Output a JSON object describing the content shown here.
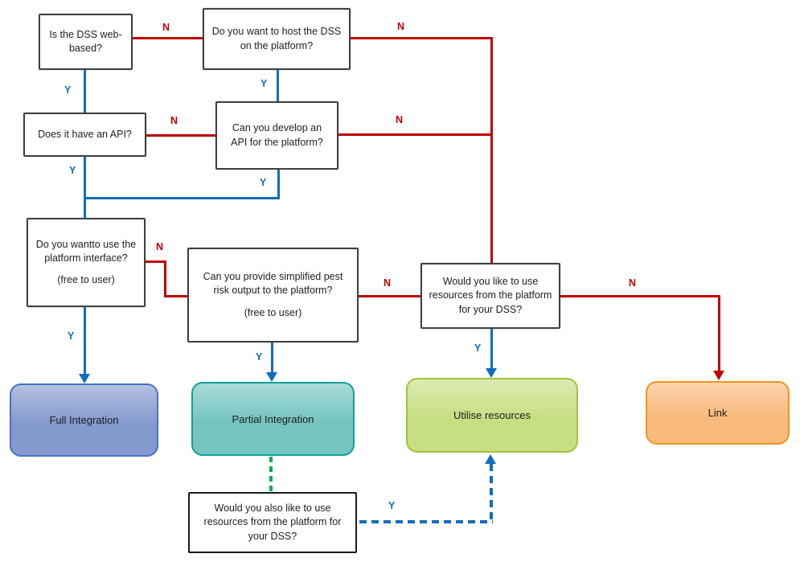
{
  "diagram": {
    "type": "decision-flowchart",
    "nodes": {
      "web_based": {
        "question": "Is the DSS web-based?"
      },
      "host": {
        "question": "Do you want to host the DSS on the platform?"
      },
      "api": {
        "question": "Does it have an API?"
      },
      "develop_api": {
        "question": "Can you develop an API for the platform?"
      },
      "interface": {
        "question": "Do you wantto use the platform interface?",
        "note": "(free to user)"
      },
      "simplified_output": {
        "question": "Can you provide simplified pest risk output to the platform?",
        "note": "(free to user)"
      },
      "use_resources": {
        "question": "Would you like to use resources from the platform for your DSS?"
      },
      "also_use_resources": {
        "question": "Would you also like to use resources from the platform for your DSS?"
      }
    },
    "outcomes": {
      "full_integration": {
        "label": "Full Integration"
      },
      "partial_integration": {
        "label": "Partial Integration"
      },
      "utilise_resources": {
        "label": "Utilise resources"
      },
      "link": {
        "label": "Link"
      }
    },
    "edges": [
      {
        "from": "web_based",
        "to": "host",
        "answer": "N",
        "color": "red",
        "style": "solid"
      },
      {
        "from": "web_based",
        "to": "api",
        "answer": "Y",
        "color": "blue",
        "style": "solid"
      },
      {
        "from": "host",
        "to": "develop_api",
        "answer": "Y",
        "color": "blue",
        "style": "solid"
      },
      {
        "from": "host",
        "to": "use_resources",
        "answer": "N",
        "color": "red",
        "style": "solid"
      },
      {
        "from": "api",
        "to": "develop_api",
        "answer": "N",
        "color": "red",
        "style": "solid"
      },
      {
        "from": "api",
        "to": "interface",
        "answer": "Y",
        "color": "blue",
        "style": "solid"
      },
      {
        "from": "develop_api",
        "to": "interface",
        "answer": "Y",
        "color": "blue",
        "style": "solid"
      },
      {
        "from": "develop_api",
        "to": "use_resources",
        "answer": "N",
        "color": "red",
        "style": "solid"
      },
      {
        "from": "interface",
        "to": "full_integration",
        "answer": "Y",
        "color": "blue",
        "style": "solid"
      },
      {
        "from": "interface",
        "to": "simplified_output",
        "answer": "N",
        "color": "red",
        "style": "solid"
      },
      {
        "from": "simplified_output",
        "to": "partial_integration",
        "answer": "Y",
        "color": "blue",
        "style": "solid"
      },
      {
        "from": "simplified_output",
        "to": "use_resources",
        "answer": "N",
        "color": "red",
        "style": "solid"
      },
      {
        "from": "use_resources",
        "to": "utilise_resources",
        "answer": "Y",
        "color": "blue",
        "style": "solid"
      },
      {
        "from": "use_resources",
        "to": "link",
        "answer": "N",
        "color": "red",
        "style": "solid"
      },
      {
        "from": "partial_integration",
        "to": "also_use_resources",
        "answer": "",
        "color": "green",
        "style": "dashed"
      },
      {
        "from": "also_use_resources",
        "to": "utilise_resources",
        "answer": "Y",
        "color": "blue",
        "style": "dashed"
      }
    ]
  },
  "colors": {
    "yes": "#0F6EC0",
    "no": "#C00000",
    "green": "#00B050",
    "qborder": "#404040",
    "text": "#1E1E1E",
    "full_fill": "#8499CE",
    "full_border": "#4472C4",
    "partial_fill": "#74C4C0",
    "partial_border": "#11A09A",
    "utilise_fill": "#C8DE82",
    "utilise_border": "#A2C33D",
    "link_fill": "#F8BA7D",
    "link_border": "#F0941F"
  }
}
